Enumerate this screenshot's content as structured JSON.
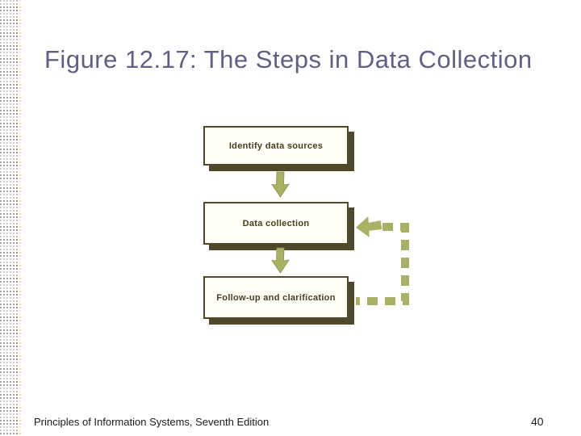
{
  "slide": {
    "title": "Figure 12.17: The Steps in Data Collection",
    "footer": {
      "text": "Principles of Information Systems, Seventh Edition",
      "page_number": "40"
    }
  },
  "diagram": {
    "type": "flowchart",
    "boxes": [
      {
        "id": "identify",
        "label": "Identify data sources"
      },
      {
        "id": "collect",
        "label": "Data collection"
      },
      {
        "id": "followup",
        "label": "Follow-up and clarification"
      }
    ],
    "connections": [
      {
        "from": "identify",
        "to": "collect",
        "style": "solid-block-arrow-down"
      },
      {
        "from": "collect",
        "to": "followup",
        "style": "solid-block-arrow-down"
      },
      {
        "from": "followup",
        "to": "collect",
        "style": "dashed-feedback-loop-right"
      }
    ]
  },
  "colors": {
    "title_text": "#5e6088",
    "box_border": "#514729",
    "box_fill": "#fffef6",
    "box_text": "#493f20",
    "arrow_olive": "#a9b264",
    "arrow_olive_dark": "#88914a",
    "dot_gray": "#a3a3a3",
    "dot_tan": "#b08c5a",
    "dot_cream": "#e6d9b8",
    "footer_text": "#1b1b1b"
  }
}
